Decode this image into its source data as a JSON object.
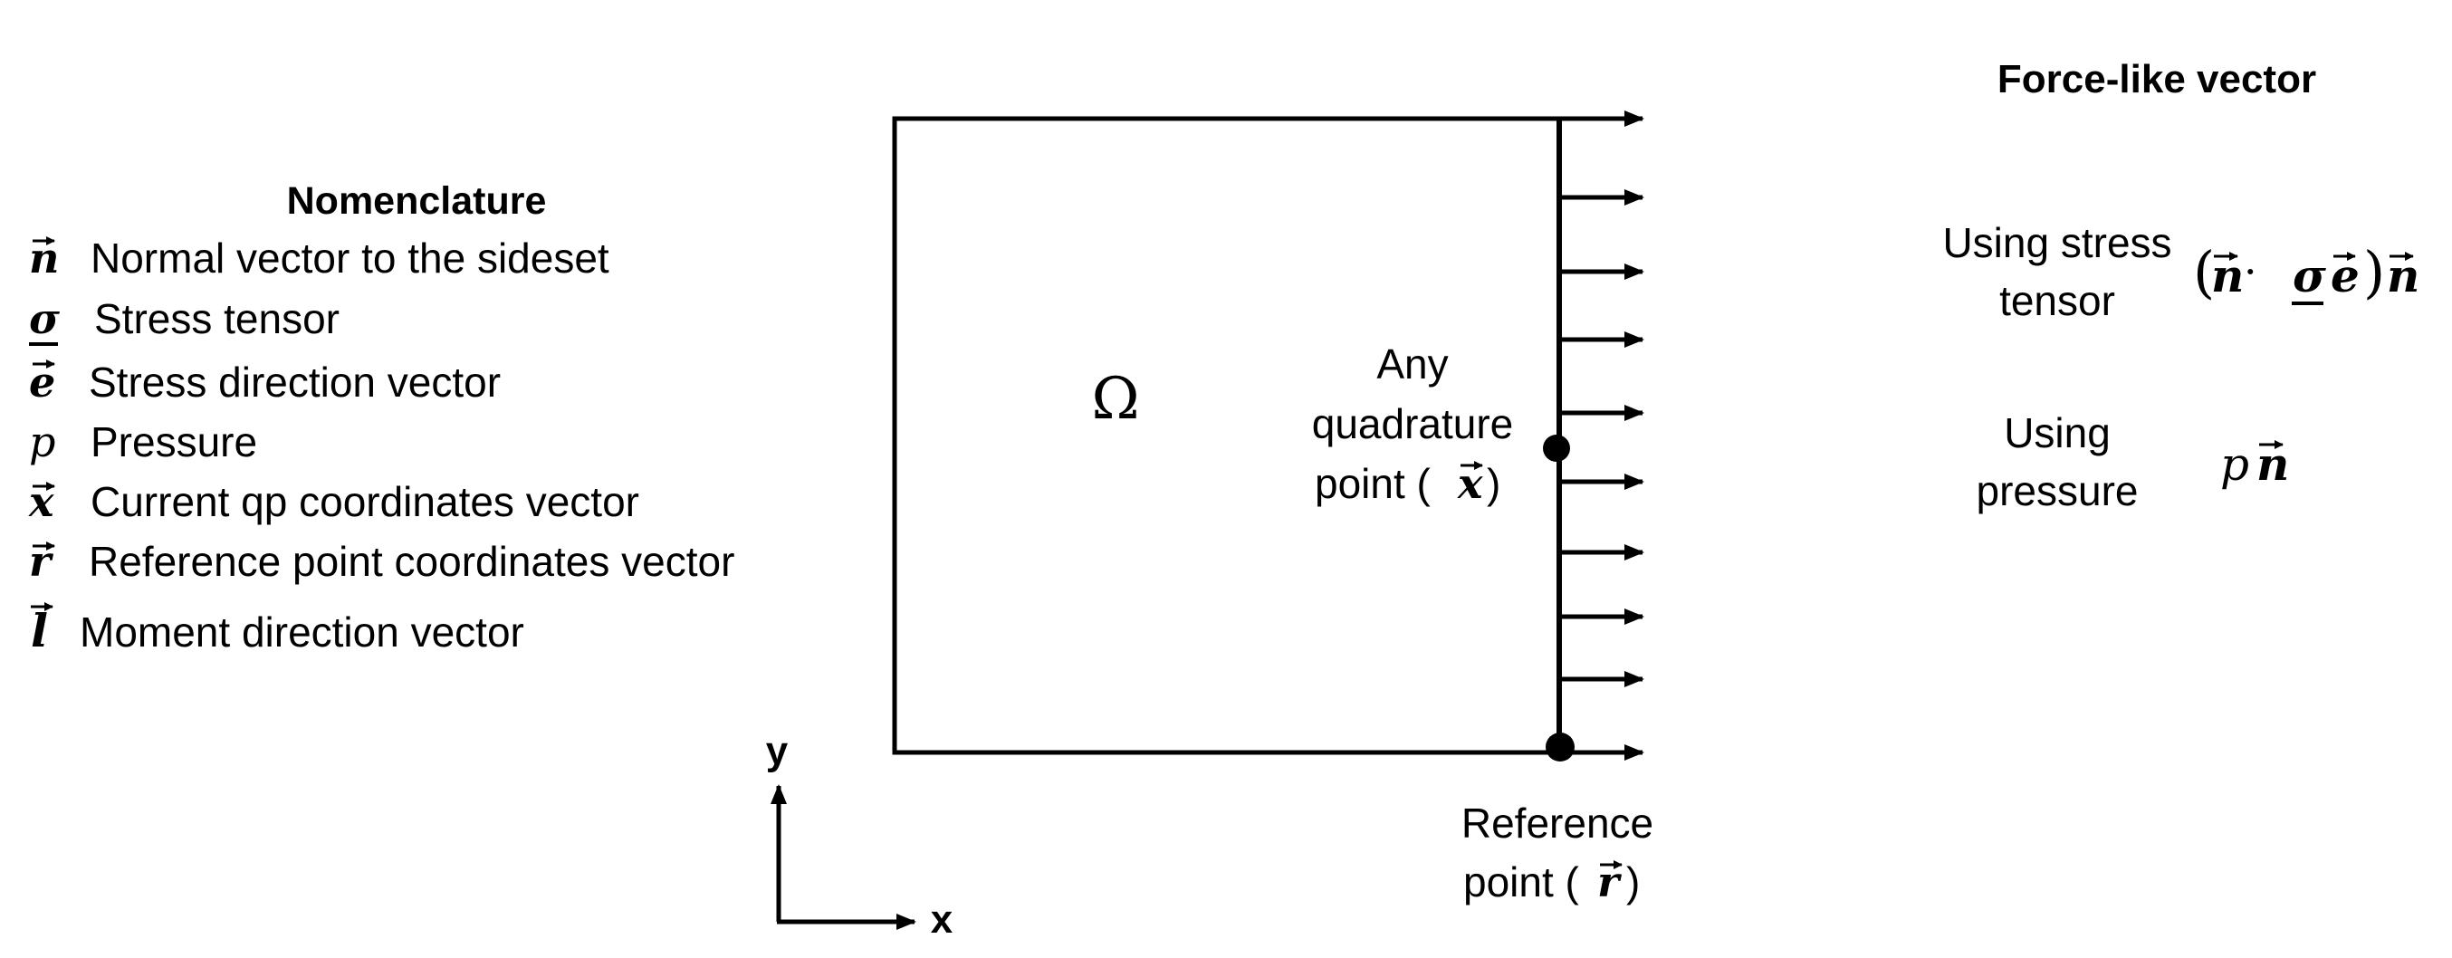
{
  "nomenclature": {
    "title": "Nomenclature",
    "items": [
      {
        "symbol": "n",
        "decor": "arrow",
        "symbol_style": "bold-italic",
        "description": "Normal vector to the sideset"
      },
      {
        "symbol": "σ",
        "decor": "underline",
        "symbol_style": "bold-italic",
        "description": "Stress tensor"
      },
      {
        "symbol": "e",
        "decor": "arrow",
        "symbol_style": "bold-italic",
        "description": "Stress direction vector"
      },
      {
        "symbol": "p",
        "decor": "none",
        "symbol_style": "italic",
        "description": "Pressure"
      },
      {
        "symbol": "x",
        "decor": "arrow",
        "symbol_style": "bold-italic",
        "description": "Current qp coordinates vector"
      },
      {
        "symbol": "r",
        "decor": "arrow",
        "symbol_style": "bold-italic",
        "description": "Reference point coordinates vector"
      },
      {
        "symbol": "l",
        "decor": "arrow",
        "symbol_style": "bold-italic",
        "description": "Moment direction vector"
      }
    ]
  },
  "diagram": {
    "domain_symbol": "Ω",
    "quadrature_label": {
      "line1": "Any",
      "line2": "quadrature",
      "line3_prefix": "point (",
      "line3_symbol": "x",
      "line3_suffix": ")"
    },
    "reference_label": {
      "line1": "Reference",
      "line2_prefix": "point (",
      "line2_symbol": "r",
      "line2_suffix": ")"
    },
    "axes": {
      "x_label": "x",
      "y_label": "y"
    }
  },
  "force_like": {
    "title": "Force-like vector",
    "stress": {
      "label_line1": "Using stress",
      "label_line2": "tensor",
      "paren_open": "(",
      "n_symbol": "n",
      "dot": "·",
      "sigma_symbol": "σ",
      "e_symbol": "e",
      "paren_close": ")",
      "n2_symbol": "n"
    },
    "pressure": {
      "label_line1": "Using",
      "label_line2": "pressure",
      "p_symbol": "p",
      "n_symbol": "n"
    }
  },
  "colors": {
    "ink": "#000000",
    "background": "#ffffff"
  }
}
